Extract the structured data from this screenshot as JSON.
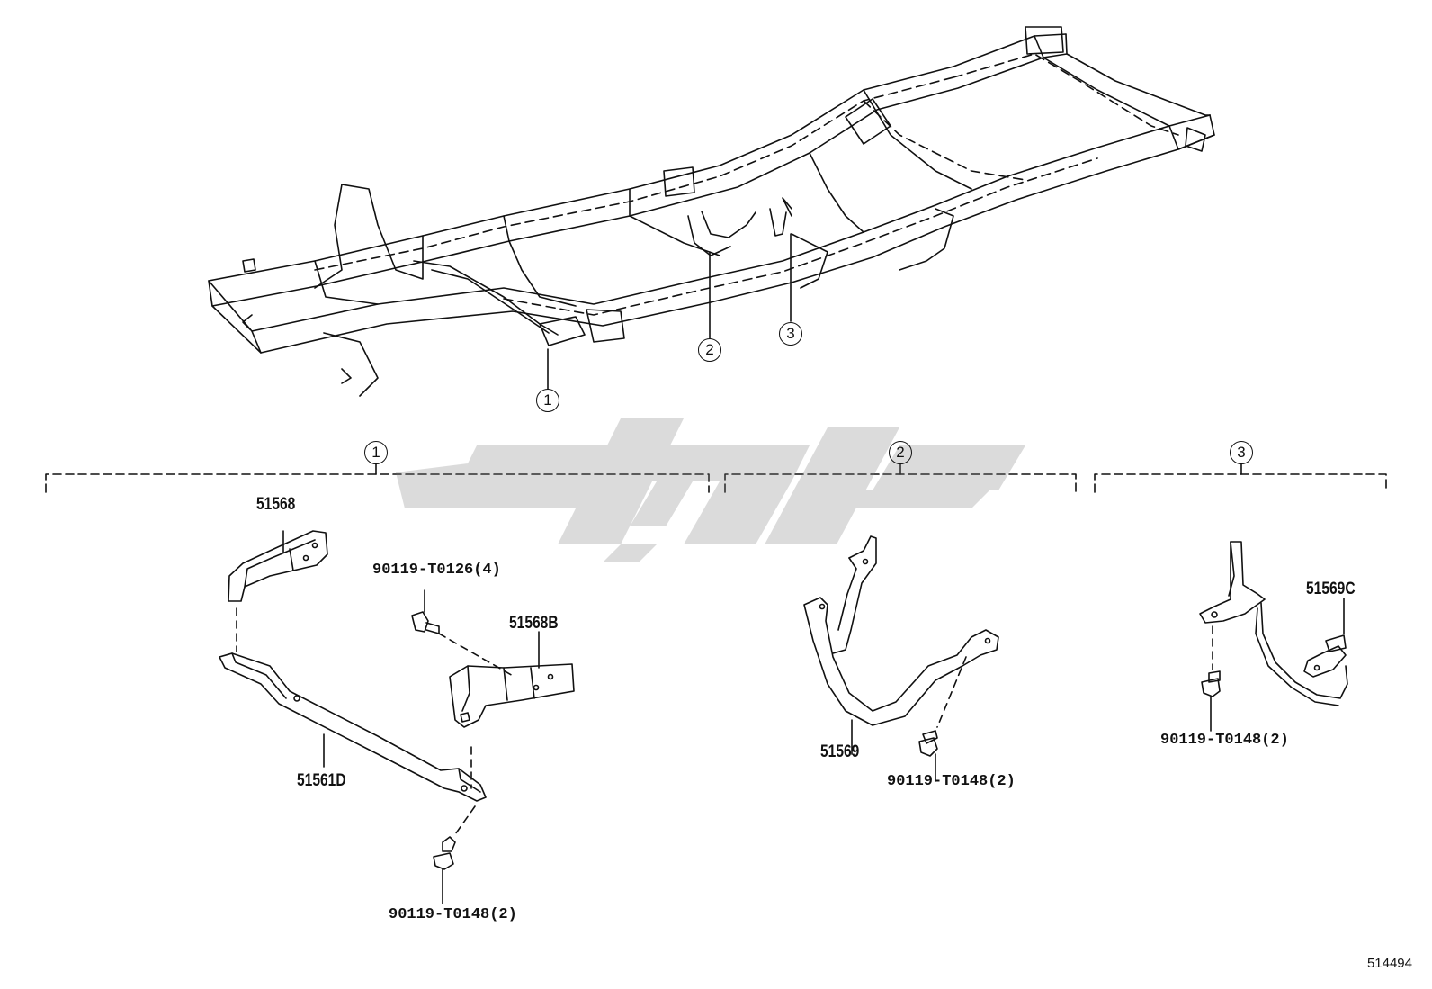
{
  "diagram": {
    "callouts": {
      "c1": "1",
      "c2": "2",
      "c3": "3"
    },
    "section_headers": {
      "s1": "1",
      "s2": "2",
      "s3": "3"
    },
    "parts": {
      "p51568": "51568",
      "p51568B": "51568B",
      "p51561D": "51561D",
      "p51569": "51569",
      "p51569C": "51569C",
      "bolt_t0126": "90119-T0126(4)",
      "bolt_t0148_a": "90119-T0148(2)",
      "bolt_t0148_b": "90119-T0148(2)",
      "bolt_t0148_c": "90119-T0148(2)"
    },
    "illustration_code": "514494",
    "watermark_color": "#808080",
    "line_color": "#111111"
  }
}
